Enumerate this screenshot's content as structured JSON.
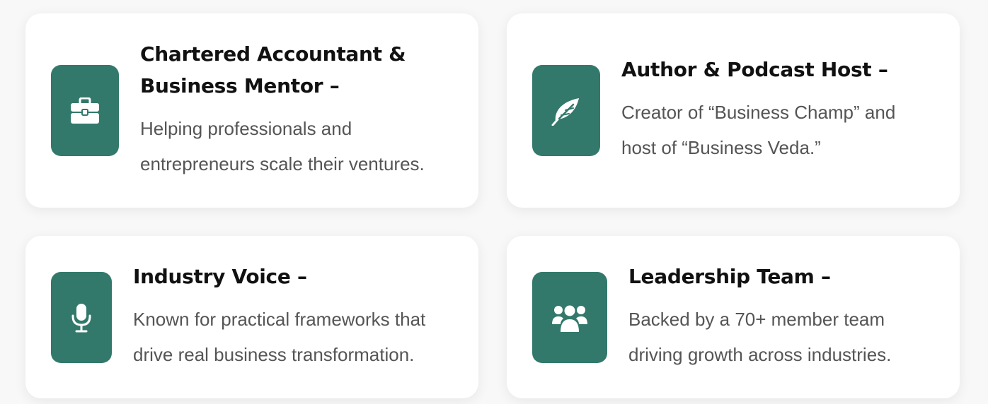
{
  "accent_color": "#32796b",
  "cards": [
    {
      "icon": "briefcase-icon",
      "title": [
        "Chartered Accountant &",
        "Business Mentor –"
      ],
      "description": [
        "Helping professionals and",
        "entrepreneurs scale their ventures."
      ]
    },
    {
      "icon": "feather-icon",
      "title": [
        "Author & Podcast Host –"
      ],
      "description": [
        "Creator of “Business Champ” and",
        "host of “Business Veda.”"
      ]
    },
    {
      "icon": "microphone-icon",
      "title": [
        "Industry Voice –"
      ],
      "description": [
        "Known for practical frameworks that",
        "drive real business transformation."
      ]
    },
    {
      "icon": "team-icon",
      "title": [
        "Leadership Team –"
      ],
      "description": [
        "Backed by a 70+ member team",
        "driving growth across industries."
      ]
    }
  ]
}
